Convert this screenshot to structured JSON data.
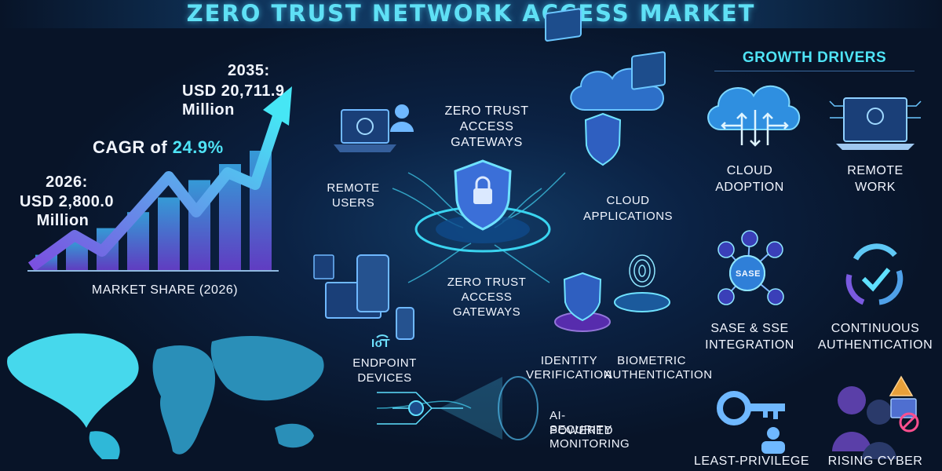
{
  "header": {
    "title": "ZERO TRUST NETWORK ACCESS MARKET"
  },
  "left": {
    "year_2035": "2035:",
    "value_2035": "USD 20,711.9 Million",
    "cagr_label": "CAGR of ",
    "cagr_value": "24.9%",
    "year_2026": "2026:",
    "value_2026_line1": "USD 2,800.0",
    "value_2026_line2": "Million",
    "market_share": "MARKET SHARE (2026)",
    "bar_levels": [
      0.12,
      0.22,
      0.32,
      0.44,
      0.55,
      0.68,
      0.8,
      0.9
    ]
  },
  "center": {
    "gateway_top_line1": "ZERO TRUST",
    "gateway_top_line2": "ACCESS",
    "gateway_top_line3": "GATEWAYS",
    "remote_users_line1": "REMOTE",
    "remote_users_line2": "USERS",
    "cloud_apps_line1": "CLOUD",
    "cloud_apps_line2": "APPLICATIONS",
    "gateway_mid_line1": "ZERO TRUST",
    "gateway_mid_line2": "ACCESS GATEWAYS",
    "endpoint_devices": "ENDPOINT DEVICES",
    "iot": "IoT",
    "identity_line1": "IDENTITY",
    "identity_line2": "VERIFICATION",
    "biometric_line1": "BIOMETRIC",
    "biometric_line2": "AUTHENTICATION",
    "ai_line1": "AI-POWERED",
    "ai_line2": "SECURITY",
    "ai_line3": "MONITORING"
  },
  "drivers": {
    "heading": "GROWTH DRIVERS",
    "cloud_line1": "CLOUD",
    "cloud_line2": "ADOPTION",
    "remote_line1": "REMOTE",
    "remote_line2": "WORK",
    "sase_badge": "SASE",
    "sase_line1": "SASE & SSE",
    "sase_line2": "INTEGRATION",
    "cont_line1": "CONTINUOUS",
    "cont_line2": "AUTHENTICATION",
    "least": "LEAST-PRIVILEGE",
    "rising": "RISING CYBER"
  },
  "colors": {
    "accent": "#4fe3f5",
    "purple": "#7a4fd6",
    "background": "#081428"
  }
}
